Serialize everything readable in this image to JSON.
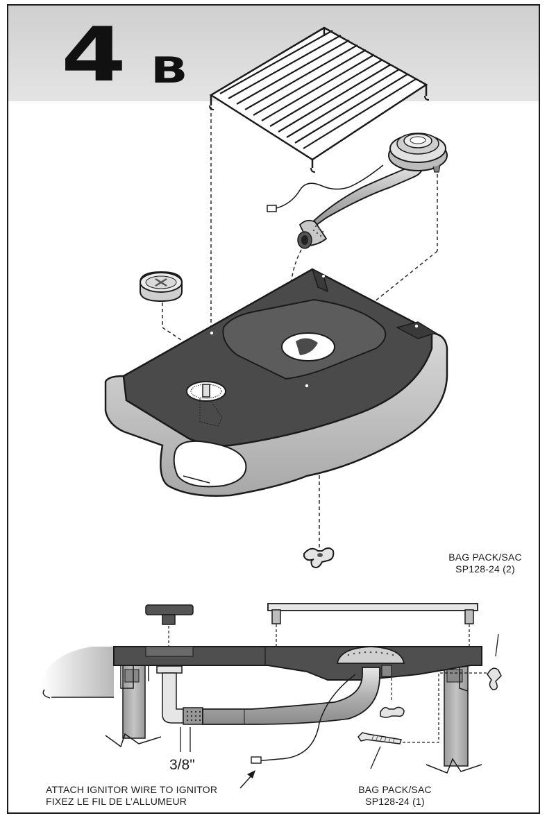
{
  "step": {
    "number": "4",
    "letter": "B"
  },
  "labels": {
    "bag_top_line1": "BAG PACK/SAC",
    "bag_top_line2": "SP128-24 (2)",
    "bag_bottom_line1": "BAG PACK/SAC",
    "bag_bottom_line2": "SP128-24 (1)",
    "ignitor_en": "ATTACH IGNITOR WIRE TO IGNITOR",
    "ignitor_fr": "FIXEZ LE FIL DE L’ALLUMEUR",
    "measurement": "3/8\""
  },
  "colors": {
    "header_band": "#d6d6d6",
    "dark_part": "#4a4a4a",
    "light_part": "#c8c8c8",
    "outline": "#1a1a1a"
  }
}
